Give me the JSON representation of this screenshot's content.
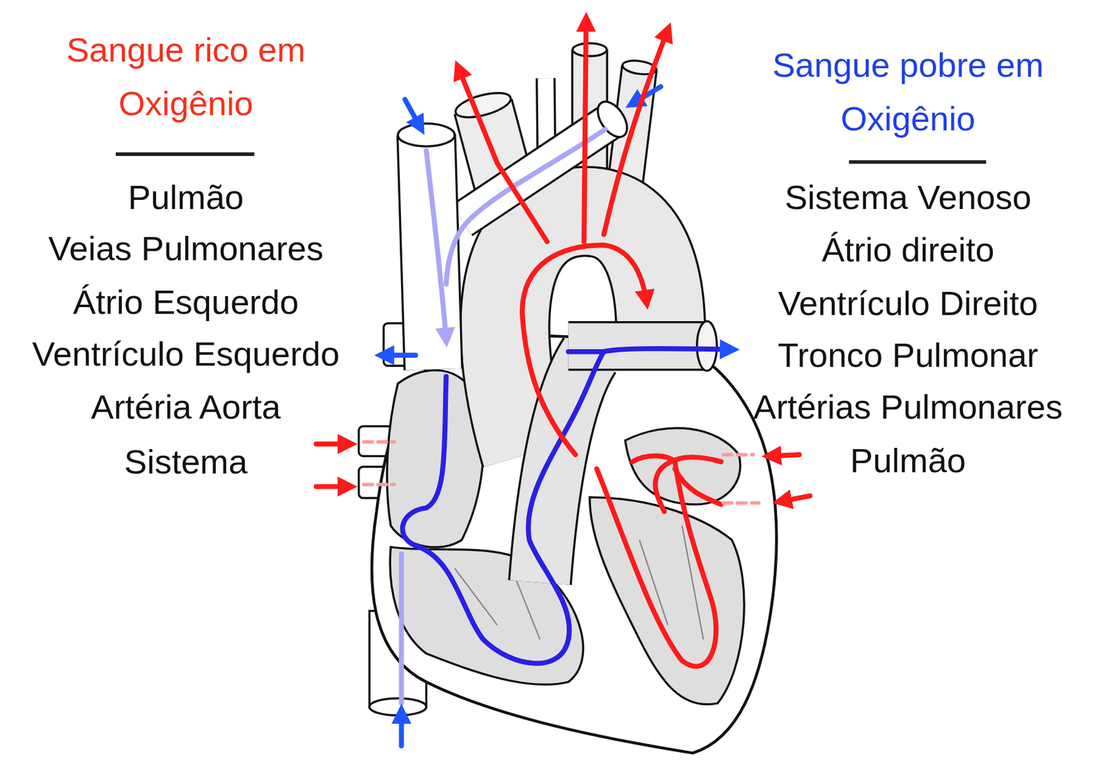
{
  "diagram": {
    "labels": [
      "Sangue rico em Oxigênio",
      "Pulmão",
      "Veias Pulmonares",
      "Átrio Esquerdo",
      "Ventrículo Esquerdo",
      "Artéria Aorta",
      "Sistema",
      "Sangue pobre em Oxigênio",
      "Sistema Venoso",
      "Átrio direito",
      "Ventrículo Direito",
      "Tronco Pulmonar",
      "Artérias Pulmonares",
      "Pulmão"
    ]
  }
}
